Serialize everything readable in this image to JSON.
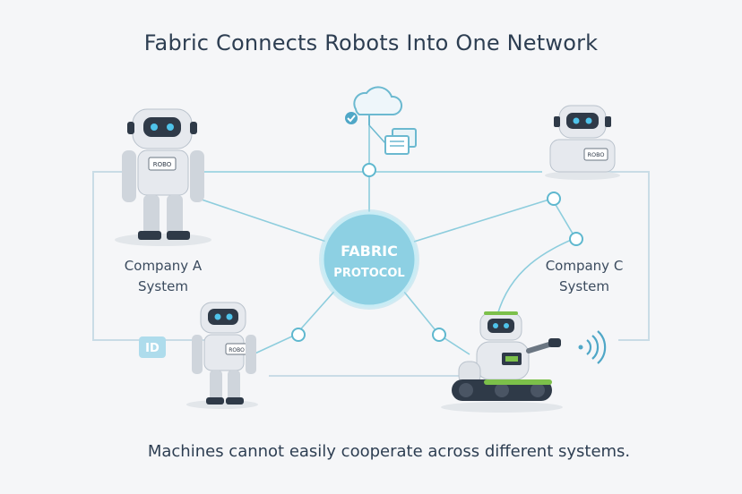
{
  "title": "Fabric Connects Robots Into One Network",
  "hub": {
    "line1": "FABRIC",
    "line2": "PROTOCOL"
  },
  "labels": {
    "company_a": [
      "Company A",
      "System"
    ],
    "company_c": [
      "Company C",
      "System"
    ],
    "id_badge": "ID",
    "robot_tag": "ROBO"
  },
  "caption": "Machines cannot easily cooperate across different systems.",
  "colors": {
    "line": "#7fc6d6",
    "border": "#c9dce6",
    "node_fill": "#ffffff",
    "node_stroke": "#5fb8cf",
    "hub_fill": "#8dd0e3",
    "text": "#2d3e52",
    "robot_body": "#e6e9ee",
    "robot_dark": "#2f3a48",
    "robot_eye": "#4fc3ea",
    "accent_green": "#7cc04a"
  },
  "icons": [
    "cloud-icon",
    "checkmark-icon",
    "documents-icon",
    "id-badge-icon",
    "wireless-signal-icon"
  ]
}
